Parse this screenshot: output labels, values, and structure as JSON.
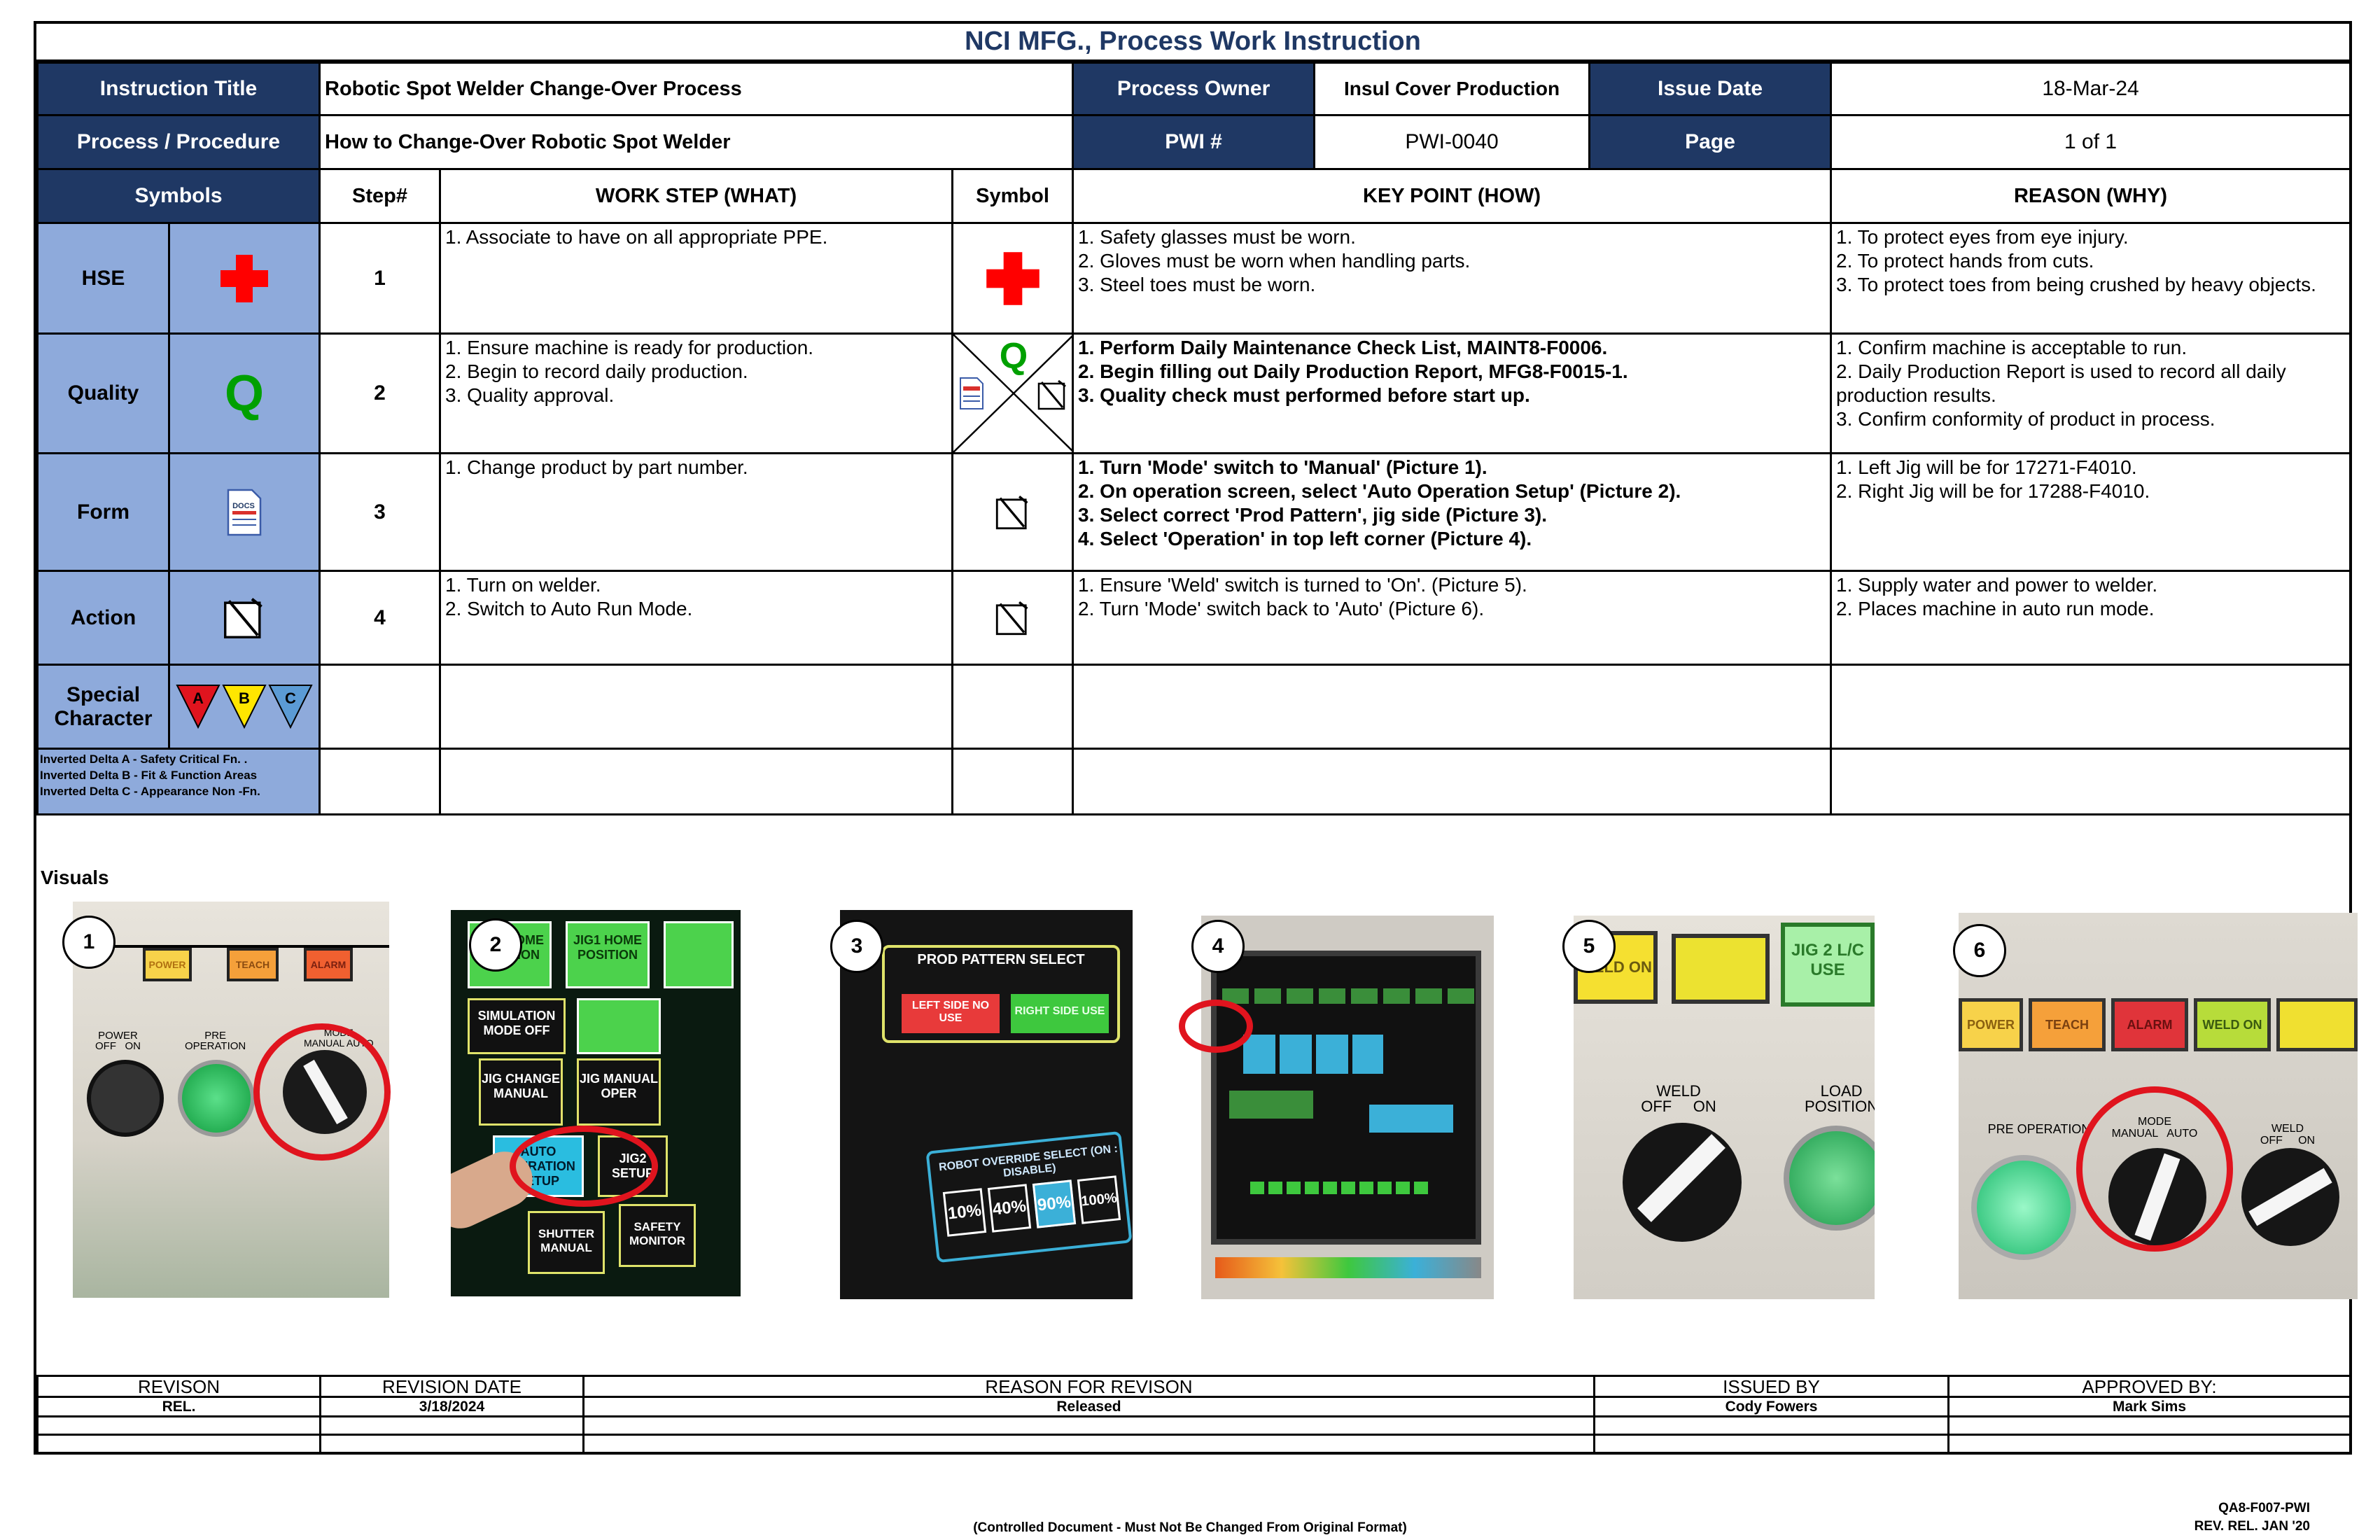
{
  "doc_title": "NCI MFG., Process Work Instruction",
  "header": {
    "instruction_title_label": "Instruction Title",
    "instruction_title": "Robotic Spot Welder Change-Over Process",
    "process_owner_label": "Process Owner",
    "process_owner": "Insul Cover Production",
    "issue_date_label": "Issue Date",
    "issue_date": "18-Mar-24",
    "procedure_label": "Process / Procedure",
    "procedure": "How to Change-Over Robotic Spot Welder",
    "pwi_label": "PWI #",
    "pwi": "PWI-0040",
    "page_label": "Page",
    "page": "1 of 1"
  },
  "columns": {
    "symbols": "Symbols",
    "step": "Step#",
    "work_step": "WORK STEP (WHAT)",
    "symbol": "Symbol",
    "key_point": "KEY POINT (HOW)",
    "reason": "REASON (WHY)"
  },
  "symbol_labels": {
    "hse": "HSE",
    "quality": "Quality",
    "form": "Form",
    "action": "Action",
    "special_line1": "Special",
    "special_line2": "Character",
    "quality_letter": "Q",
    "form_icon_text": "DOCS",
    "delta_a": "A",
    "delta_b": "B",
    "delta_c": "C"
  },
  "legend": [
    "Inverted Delta A - Safety Critical Fn. .",
    "Inverted Delta B - Fit & Function Areas",
    "Inverted Delta C  - Appearance Non -Fn."
  ],
  "steps": [
    {
      "number": "1",
      "work": [
        "1. Associate to have on all appropriate PPE."
      ],
      "key": [
        "1. Safety glasses must be worn.",
        "2. Gloves must be worn when handling parts.",
        "3. Steel toes must be worn."
      ],
      "reason": [
        "1. To protect eyes from eye injury.",
        "2. To protect hands from cuts.",
        "3. To protect toes from being crushed by heavy objects."
      ]
    },
    {
      "number": "2",
      "work": [
        "1. Ensure machine is ready for production.",
        "2. Begin to record daily production.",
        "3. Quality approval."
      ],
      "key": [
        "1. Perform Daily Maintenance Check List, MAINT8-F0006.",
        "2. Begin filling out Daily Production Report, MFG8-F0015-1.",
        "3. Quality check must performed before start up."
      ],
      "reason": [
        "1. Confirm machine is acceptable to run.",
        "2. Daily Production Report is used to record all daily production results.",
        "3. Confirm conformity of product in process."
      ]
    },
    {
      "number": "3",
      "work": [
        "1. Change product by part number."
      ],
      "key": [
        "1. Turn 'Mode' switch to 'Manual' (Picture 1).",
        "2. On operation screen, select 'Auto Operation Setup' (Picture 2).",
        "3. Select correct 'Prod Pattern', jig side (Picture 3).",
        "4. Select 'Operation' in top left corner (Picture 4)."
      ],
      "reason": [
        "1. Left Jig will be for 17271-F4010.",
        "2. Right Jig will be for 17288-F4010."
      ]
    },
    {
      "number": "4",
      "work": [
        "1. Turn on welder.",
        "2. Switch to Auto Run Mode."
      ],
      "key": [
        "1. Ensure 'Weld' switch is turned to 'On'. (Picture 5).",
        "2. Turn 'Mode' switch back to 'Auto' (Picture 6)."
      ],
      "reason": [
        "1. Supply water and power to welder.",
        "2. Places machine in auto run mode."
      ]
    }
  ],
  "visuals": {
    "label": "Visuals",
    "badges": [
      "1",
      "2",
      "3",
      "4",
      "5",
      "6"
    ],
    "photo1": {
      "power": "POWER",
      "teach": "TEACH",
      "alarm": "ALARM",
      "power_sw": "POWER",
      "off": "OFF",
      "on": "ON",
      "pre": "PRE",
      "operation": "OPERATION",
      "mode": "MODE",
      "manual": "MANUAL",
      "auto": "AUTO"
    },
    "photo2": {
      "jig2_home": "JIG2 HOME POSITION",
      "jig1_home": "JIG1 HOME POSITION",
      "sim_mode": "SIMULATION MODE OFF",
      "jig_change": "JIG CHANGE MANUAL",
      "jig_manual": "JIG MANUAL OPER",
      "auto_op": "AUTO OPERATION SETUP",
      "jig2_setup": "JIG2 SETUP",
      "shutter": "SHUTTER MANUAL",
      "safety": "SAFETY MONITOR"
    },
    "photo3": {
      "prod_pattern": "PROD PATTERN SELECT",
      "left_side": "LEFT SIDE NO USE",
      "right_side": "RIGHT SIDE USE",
      "override": "ROBOT OVERRIDE SELECT (ON : DISABLE)",
      "p10": "10%",
      "p40": "40%",
      "p90": "90%",
      "p100": "100%"
    },
    "photo5": {
      "weld_on": "WELD ON",
      "jig2": "JIG 2 L/C USE",
      "weld": "WELD",
      "off": "OFF",
      "on": "ON",
      "load": "LOAD POSITION"
    },
    "photo6": {
      "power": "POWER",
      "teach": "TEACH",
      "alarm": "ALARM",
      "weld_on": "WELD ON",
      "pre": "PRE OPERATION",
      "mode": "MODE",
      "manual": "MANUAL",
      "auto": "AUTO",
      "weld": "WELD",
      "off": "OFF",
      "on": "ON"
    }
  },
  "revision": {
    "headers": [
      "REVISON",
      "REVISION DATE",
      "REASON FOR REVISON",
      "ISSUED BY",
      "APPROVED BY:"
    ],
    "rows": [
      [
        "REL.",
        "3/18/2024",
        "Released",
        "Cody Fowers",
        "Mark Sims"
      ]
    ]
  },
  "footer": {
    "center": "(Controlled Document - Must Not Be Changed From Original Format)",
    "form_id": "QA8-F007-PWI",
    "rev": "REV. REL. JAN '20"
  },
  "colors": {
    "navy": "#1f3864",
    "side_blue": "#8eaadb",
    "hse_red": "#ff0000",
    "quality_green": "#00a000",
    "callout_red": "#e0141e"
  }
}
